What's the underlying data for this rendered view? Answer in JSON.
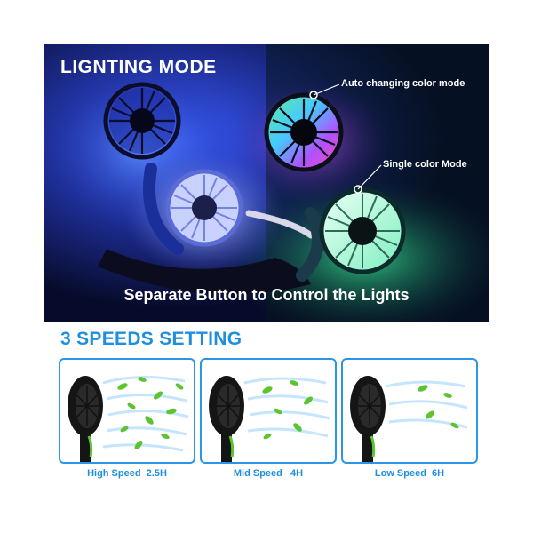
{
  "hero": {
    "title": "LIGNTING MODE",
    "callout_auto": "Auto changing color mode",
    "callout_single": "Single color Mode",
    "caption": "Separate Button to Control the Lights"
  },
  "speeds": {
    "title": "3 SPEEDS SETTING",
    "items": [
      {
        "label": "High Speed  2.5H"
      },
      {
        "label": "Mid Speed   4H"
      },
      {
        "label": "Low Speed  6H"
      }
    ]
  },
  "colors": {
    "accent": "#1e8fe0",
    "panel_border": "#2b95e6",
    "leaf": "#5cc431",
    "fan_body": "#151515"
  }
}
